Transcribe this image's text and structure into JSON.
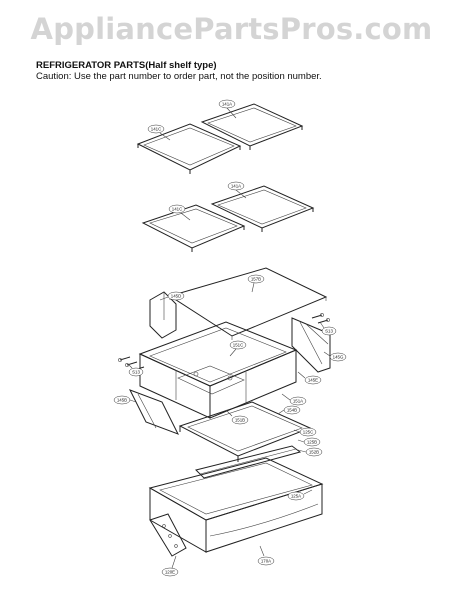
{
  "watermark": "AppliancePartsPros.com",
  "header": {
    "title": "REFRIGERATOR PARTS(Half shelf type)",
    "caution": "Caution: Use the part number to order part, not the position number."
  },
  "callouts": [
    {
      "label": "141A"
    },
    {
      "label": "141C"
    },
    {
      "label": "141A"
    },
    {
      "label": "141C"
    },
    {
      "label": "157B"
    },
    {
      "label": "145D"
    },
    {
      "label": "S13"
    },
    {
      "label": "151C"
    },
    {
      "label": "S13"
    },
    {
      "label": "145G"
    },
    {
      "label": "145E"
    },
    {
      "label": "145B"
    },
    {
      "label": "151A"
    },
    {
      "label": "151B"
    },
    {
      "label": "154B"
    },
    {
      "label": "125C"
    },
    {
      "label": "125B"
    },
    {
      "label": "152B"
    },
    {
      "label": "125A"
    },
    {
      "label": "170A"
    },
    {
      "label": "120E"
    }
  ]
}
